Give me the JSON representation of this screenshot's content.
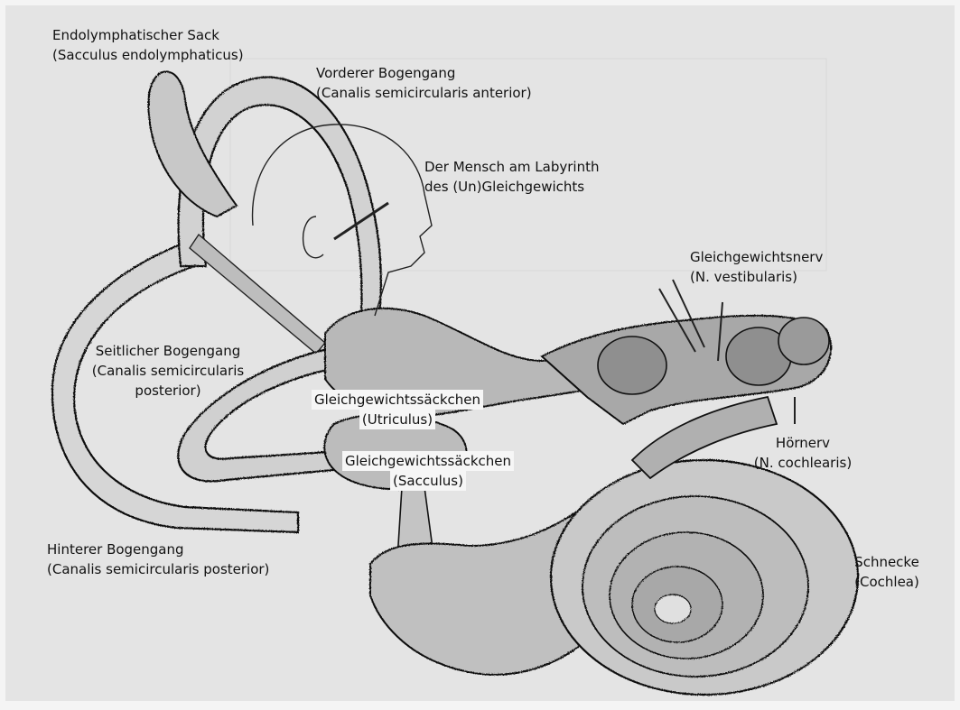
{
  "labels": {
    "endolymph_sac": {
      "line1": "Endolymphatischer Sack",
      "line2": "(Sacculus endolymphaticus)"
    },
    "anterior_canal": {
      "line1": "Vorderer Bogengang",
      "line2": "(Canalis semicircularis anterior)"
    },
    "human_labyrinth": {
      "line1": "Der Mensch am Labyrinth",
      "line2": "des (Un)Gleichgewichts"
    },
    "vestibular_nerve": {
      "line1": "Gleichgewichtsnerv",
      "line2": "(N. vestibularis)"
    },
    "lateral_canal": {
      "line1": "Seitlicher Bogengang",
      "line2": "(Canalis semicircularis",
      "line3": "posterior)"
    },
    "utricle": {
      "line1": "Gleichgewichtssäckchen",
      "line2": "(Utriculus)"
    },
    "cochlear_nerve": {
      "line1": "Hörnerv",
      "line2": "(N. cochlearis)"
    },
    "saccule": {
      "line1": "Gleichgewichtssäckchen",
      "line2": "(Sacculus)"
    },
    "posterior_canal": {
      "line1": "Hinterer Bogengang",
      "line2": "(Canalis semicircularis posterior)"
    },
    "cochlea": {
      "line1": "Schnecke",
      "line2": "(Cochlea)"
    }
  }
}
